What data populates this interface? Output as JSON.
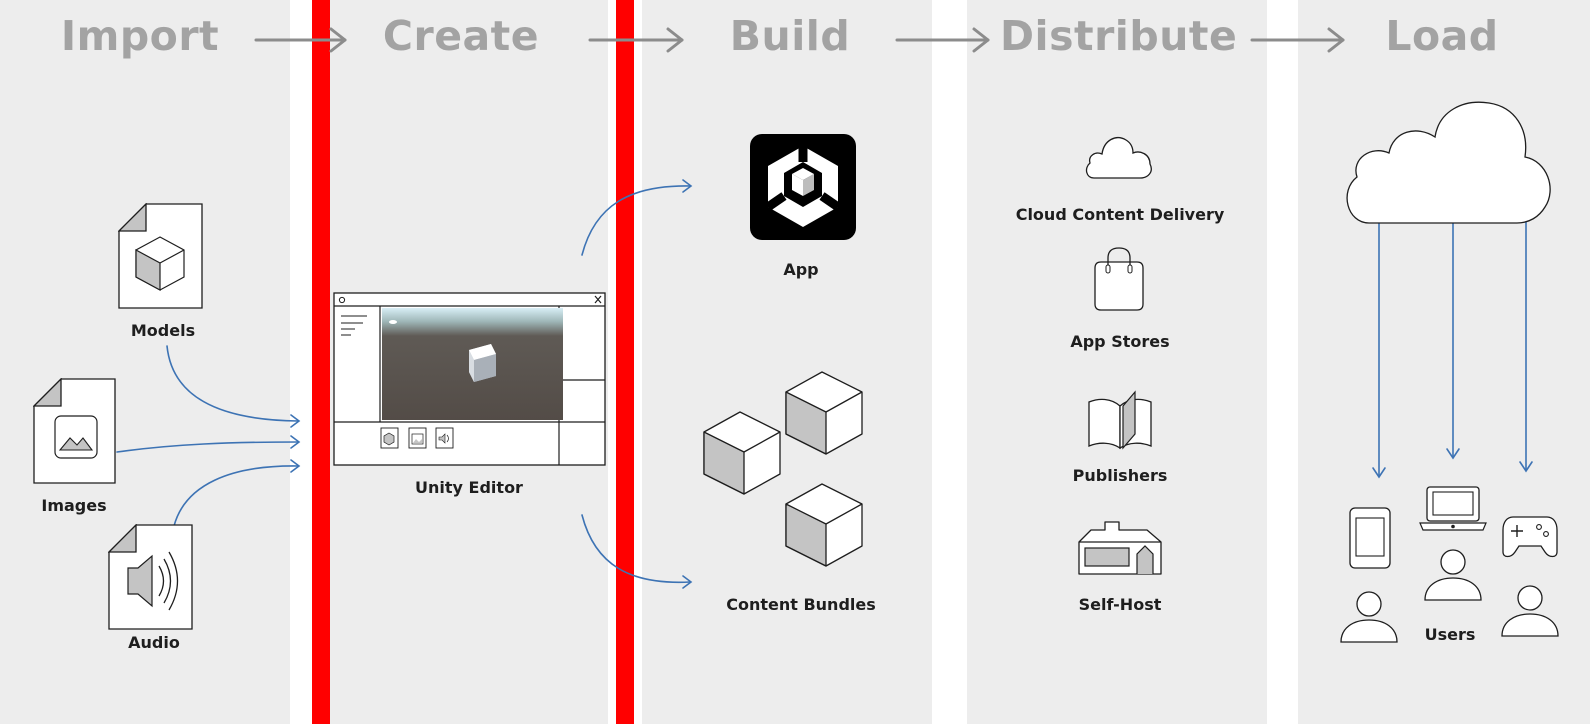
{
  "colors": {
    "panel": "#ededed",
    "gap": "#ffffff",
    "highlight_bar": "#ff0000",
    "stage_title": "#a3a3a3",
    "flow_arrow": "#8c8c8c",
    "connector": "#3d73b4",
    "outline": "#1e1e1e"
  },
  "stages": [
    {
      "title": "Import"
    },
    {
      "title": "Create"
    },
    {
      "title": "Build"
    },
    {
      "title": "Distribute"
    },
    {
      "title": "Load"
    }
  ],
  "import": {
    "items": [
      {
        "label": "Models",
        "icon": "model-file-icon"
      },
      {
        "label": "Images",
        "icon": "image-file-icon"
      },
      {
        "label": "Audio",
        "icon": "audio-file-icon"
      }
    ]
  },
  "create": {
    "editor_label": "Unity Editor",
    "icon": "unity-editor-window-icon"
  },
  "build": {
    "app_label": "App",
    "app_icon": "unity-logo-icon",
    "bundles_label": "Content Bundles",
    "bundles_icon": "cubes-icon"
  },
  "distribute": {
    "items": [
      {
        "label": "Cloud Content Delivery",
        "icon": "cloud-icon"
      },
      {
        "label": "App Stores",
        "icon": "shopping-bag-icon"
      },
      {
        "label": "Publishers",
        "icon": "book-icon"
      },
      {
        "label": "Self-Host",
        "icon": "house-icon"
      }
    ]
  },
  "load": {
    "users_label": "Users",
    "icons": [
      "cloud-icon",
      "phone-icon",
      "laptop-icon",
      "gamepad-icon",
      "user-icon"
    ]
  }
}
